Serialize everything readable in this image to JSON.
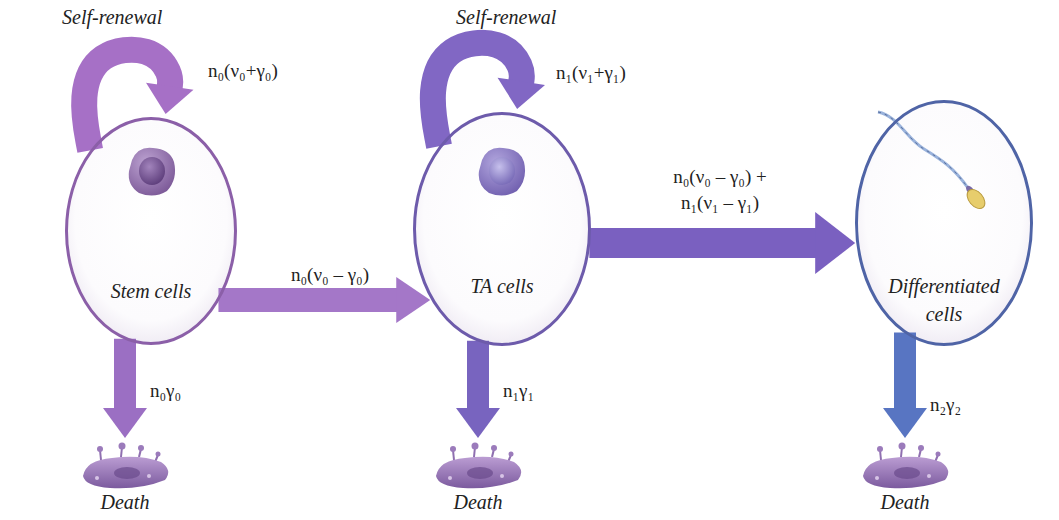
{
  "diagram": {
    "nodes": [
      {
        "text": [
          "Stem cells"
        ]
      },
      {
        "text": [
          "TA cells"
        ]
      },
      {
        "text": [
          "Differentiated cells"
        ]
      },
      {
        "text": [
          "Death"
        ]
      },
      {
        "text": [
          "Death"
        ]
      },
      {
        "text": [
          "Death"
        ]
      }
    ],
    "edges": [
      {
        "from": 0,
        "to": 0,
        "arrow": "to",
        "label": "n₀(ν₀+γ₀)"
      },
      {
        "from": 0,
        "to": 1,
        "arrow": "to",
        "label": "n₀(ν₀ – γ₀)"
      },
      {
        "from": 0,
        "to": 3,
        "arrow": "to",
        "label": "n₀γ₀"
      },
      {
        "from": 1,
        "to": 1,
        "arrow": "to",
        "label": "n₁(ν₁+γ₁)"
      },
      {
        "from": 1,
        "to": 2,
        "arrow": "to",
        "label": "n₀(ν₀ – γ₀) + n₁(ν₁ – γ₁)"
      },
      {
        "from": 1,
        "to": 4,
        "arrow": "to",
        "label": "n₁γ₁"
      },
      {
        "from": 2,
        "to": 5,
        "arrow": "to",
        "label": "n₂γ₂"
      }
    ],
    "labels": [
      "Self-renewal",
      "Self-renewal"
    ]
  }
}
